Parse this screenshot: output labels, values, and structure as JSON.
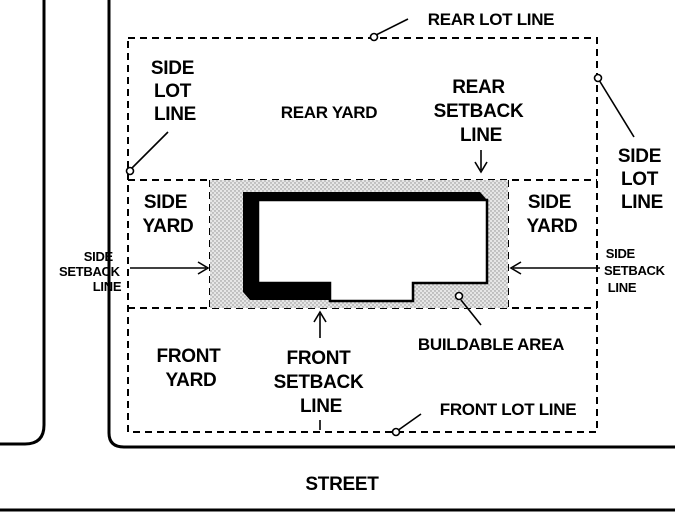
{
  "labels": {
    "rear_lot_line": "REAR LOT LINE",
    "rear_yard": "REAR YARD",
    "rear_setback_line": [
      "REAR",
      "SETBACK",
      "LINE"
    ],
    "side_lot_line_left": [
      "SIDE",
      "LOT",
      "LINE"
    ],
    "side_lot_line_right": [
      "SIDE",
      "LOT",
      "LINE"
    ],
    "side_yard_left": [
      "SIDE",
      "YARD"
    ],
    "side_yard_right": [
      "SIDE",
      "YARD"
    ],
    "side_setback_line_left": [
      "SIDE",
      "SETBACK",
      "LINE"
    ],
    "side_setback_line_right": [
      "SIDE",
      "SETBACK",
      "LINE"
    ],
    "front_yard": [
      "FRONT",
      "YARD"
    ],
    "front_setback_line": [
      "FRONT",
      "SETBACK",
      "LINE"
    ],
    "buildable_area": "BUILDABLE AREA",
    "front_lot_line": "FRONT LOT LINE",
    "street": "STREET"
  },
  "colors": {
    "ink": "#000000",
    "background": "#ffffff",
    "buildable_fill": "#d4d4d4"
  }
}
